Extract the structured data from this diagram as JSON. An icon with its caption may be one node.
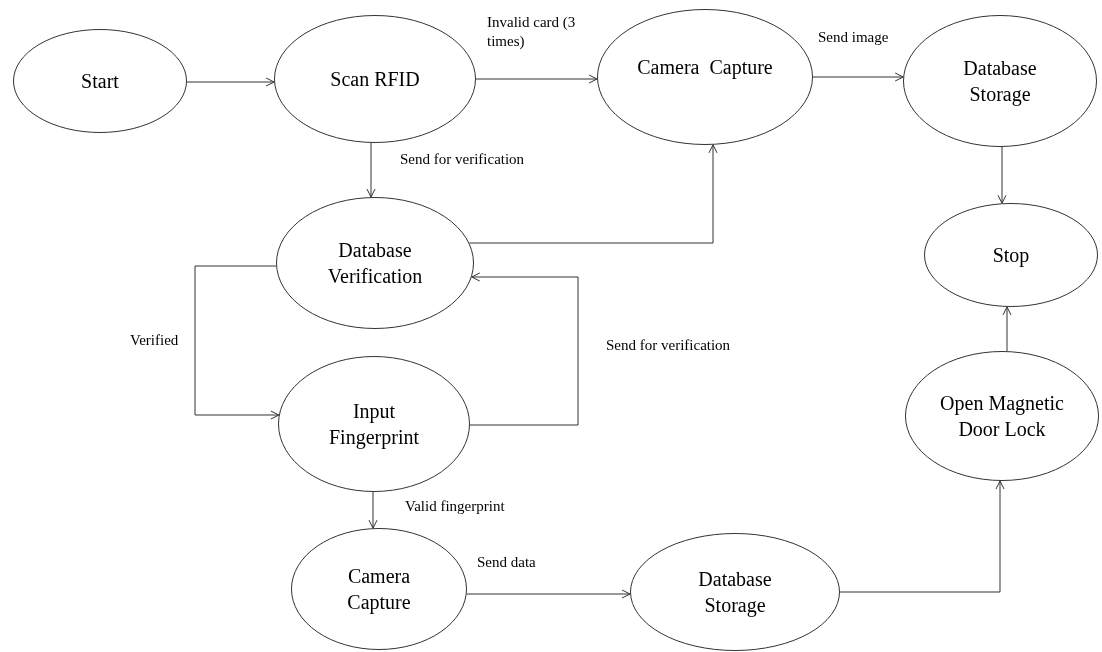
{
  "diagram": {
    "nodes": [
      {
        "text": [
          "Start"
        ]
      },
      {
        "text": [
          "Scan RFID"
        ]
      },
      {
        "text": [
          "Camera  Capture"
        ]
      },
      {
        "text": [
          "Database Storage"
        ]
      },
      {
        "text": [
          "Database Verification"
        ]
      },
      {
        "text": [
          "Stop"
        ]
      },
      {
        "text": [
          "Input Fingerprint"
        ]
      },
      {
        "text": [
          "Open Magnetic Door Lock"
        ]
      },
      {
        "text": [
          "Camera Capture"
        ]
      },
      {
        "text": [
          "Database Storage"
        ]
      }
    ],
    "edges": [
      {
        "from": 0,
        "to": 1,
        "arrow": "to"
      },
      {
        "from": 1,
        "to": 2,
        "arrow": "to",
        "label": "Invalid card (3 times)"
      },
      {
        "from": 2,
        "to": 3,
        "arrow": "to",
        "label": "Send image"
      },
      {
        "from": 1,
        "to": 4,
        "arrow": "to",
        "label": "Send for verification"
      },
      {
        "from": 4,
        "to": 2,
        "arrow": "to"
      },
      {
        "from": 3,
        "to": 5,
        "arrow": "to"
      },
      {
        "from": 4,
        "to": 6,
        "arrow": "to",
        "label": "Verified"
      },
      {
        "from": 6,
        "to": 4,
        "arrow": "to",
        "label": "Send for verification"
      },
      {
        "from": 6,
        "to": 8,
        "arrow": "to",
        "label": "Valid fingerprint"
      },
      {
        "from": 8,
        "to": 9,
        "arrow": "to",
        "label": "Send data"
      },
      {
        "from": 9,
        "to": 7,
        "arrow": "to"
      },
      {
        "from": 7,
        "to": 5,
        "arrow": "to"
      }
    ]
  }
}
